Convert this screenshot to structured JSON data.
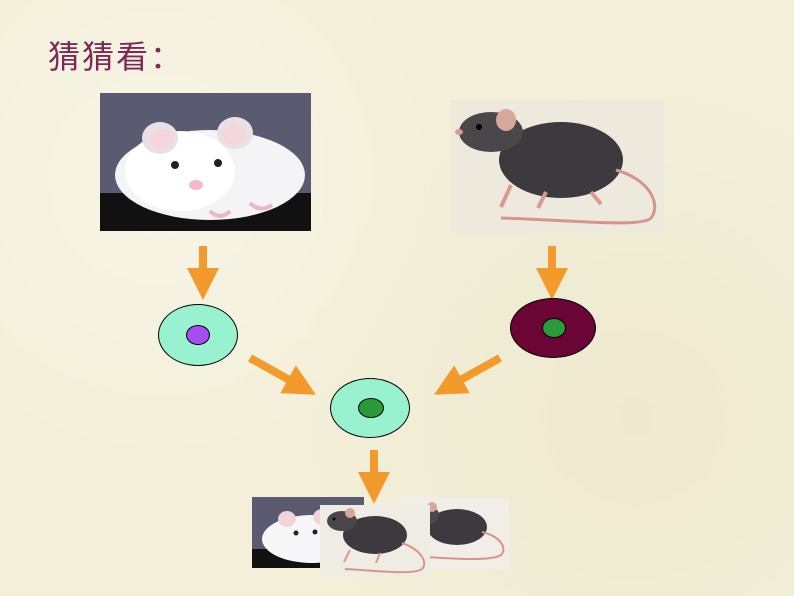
{
  "title": "猜猜看：",
  "icons": {
    "white_mouse": "white-mouse-photo",
    "black_mouse": "black-mouse-photo",
    "arrow": "orange-arrow-icon"
  },
  "colors": {
    "title": "#7a2a55",
    "arrow": "#f39a2c",
    "cell_light": "#99f2cf",
    "cell_dark": "#6b0535",
    "nucleus_purple": "#a64cf0",
    "nucleus_green": "#2a9a3a"
  }
}
